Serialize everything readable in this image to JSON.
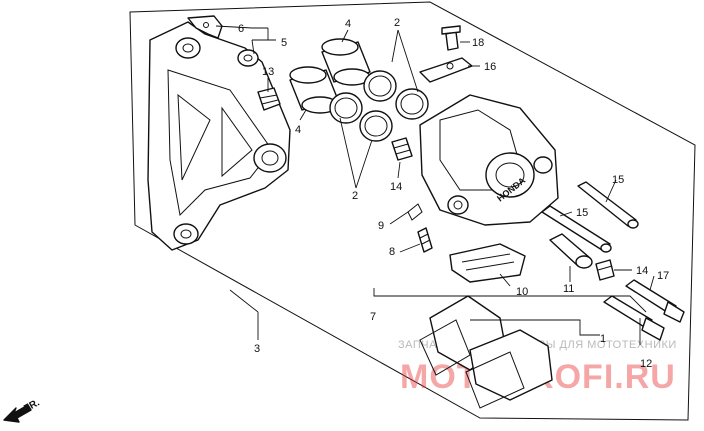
{
  "diagram": {
    "callouts": {
      "c1": "1",
      "c2a": "2",
      "c2b": "2",
      "c3": "3",
      "c4a": "4",
      "c4b": "4",
      "c5": "5",
      "c6": "6",
      "c7": "7",
      "c8": "8",
      "c9": "9",
      "c10": "10",
      "c11": "11",
      "c12": "12",
      "c13": "13",
      "c14a": "14",
      "c14b": "14",
      "c15a": "15",
      "c15b": "15",
      "c16": "16",
      "c17": "17",
      "c18": "18"
    },
    "brand_mark": "HONDA",
    "direction_label": "FR.",
    "watermark": {
      "tagline": "ЗАПЧАСТИ И АКСЕССУАРЫ ДЛЯ МОТОТЕХНИКИ",
      "site": "MOTOPROFI.RU"
    }
  }
}
